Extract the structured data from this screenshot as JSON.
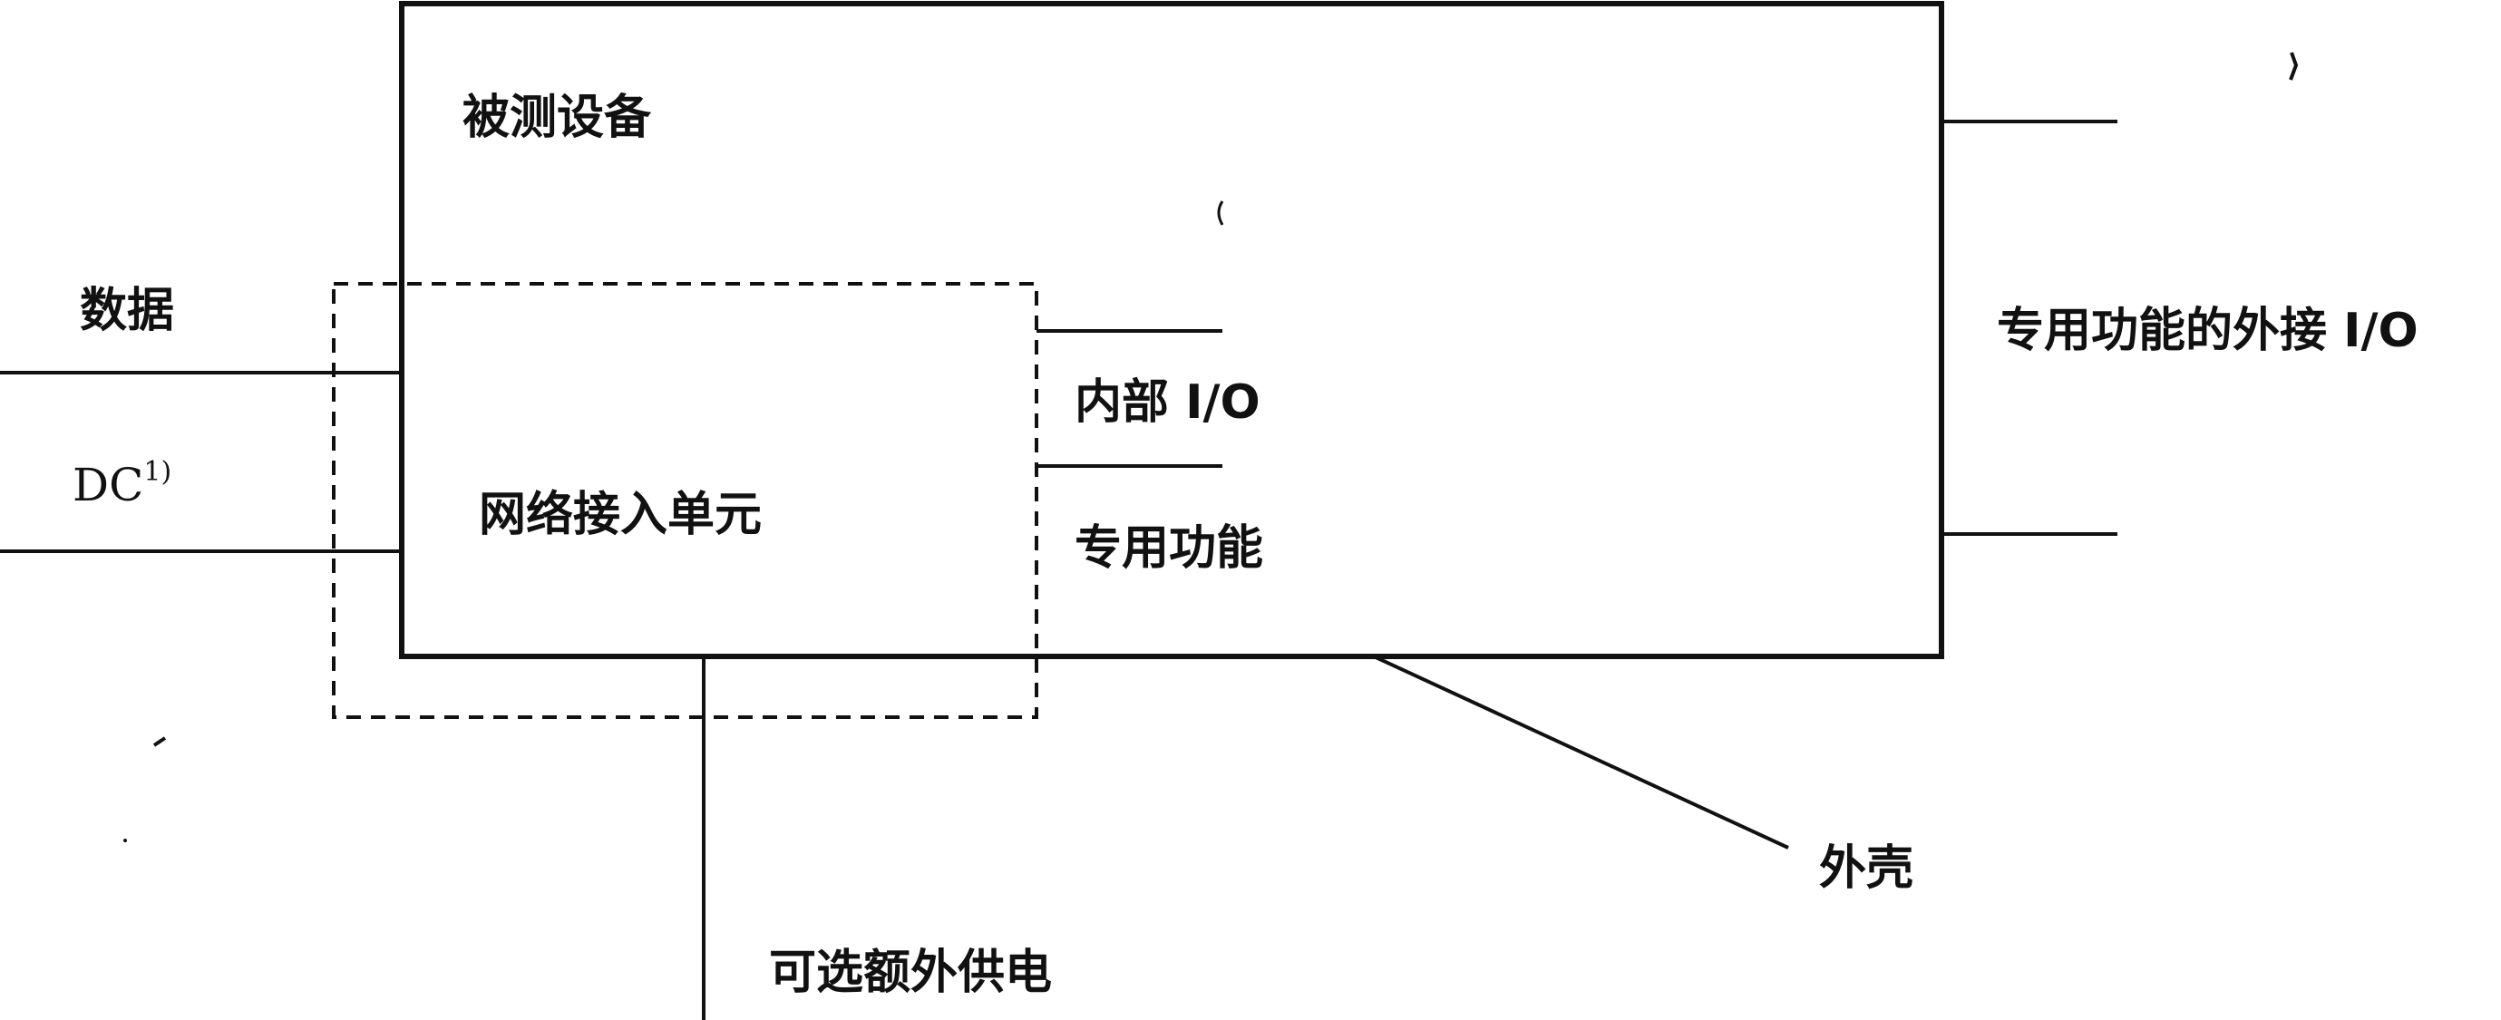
{
  "diagram": {
    "labels": {
      "eut": "被测设备",
      "data": "数据",
      "dc": "DC",
      "dc_note": "1)",
      "internal_io": "内部 I/O",
      "network_access_unit": "网络接入单元",
      "dedicated_function": "专用功能",
      "external_io": "专用功能的外接 I/O",
      "enclosure": "外壳",
      "optional_power": "可选额外供电"
    },
    "colors": {
      "stroke": "#111111",
      "background": "#ffffff"
    }
  }
}
